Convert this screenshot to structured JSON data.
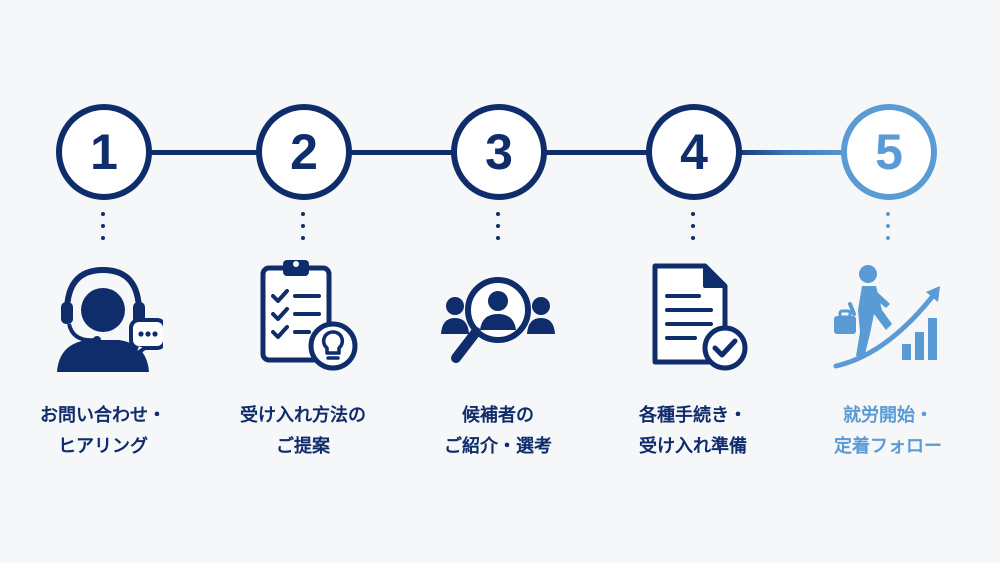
{
  "colors": {
    "primary": "#0f2c6b",
    "accent": "#5b9bd5",
    "background": "#f6f7f9"
  },
  "steps": [
    {
      "number": "1",
      "label_line1": "お問い合わせ・",
      "label_line2": "ヒアリング",
      "icon": "headset-operator-icon"
    },
    {
      "number": "2",
      "label_line1": "受け入れ方法の",
      "label_line2": "ご提案",
      "icon": "clipboard-lightbulb-icon"
    },
    {
      "number": "3",
      "label_line1": "候補者の",
      "label_line2": "ご紹介・選考",
      "icon": "magnifier-people-icon"
    },
    {
      "number": "4",
      "label_line1": "各種手続き・",
      "label_line2": "受け入れ準備",
      "icon": "document-check-icon"
    },
    {
      "number": "5",
      "label_line1": "就労開始・",
      "label_line2": "定着フォロー",
      "icon": "person-growth-chart-icon"
    }
  ]
}
